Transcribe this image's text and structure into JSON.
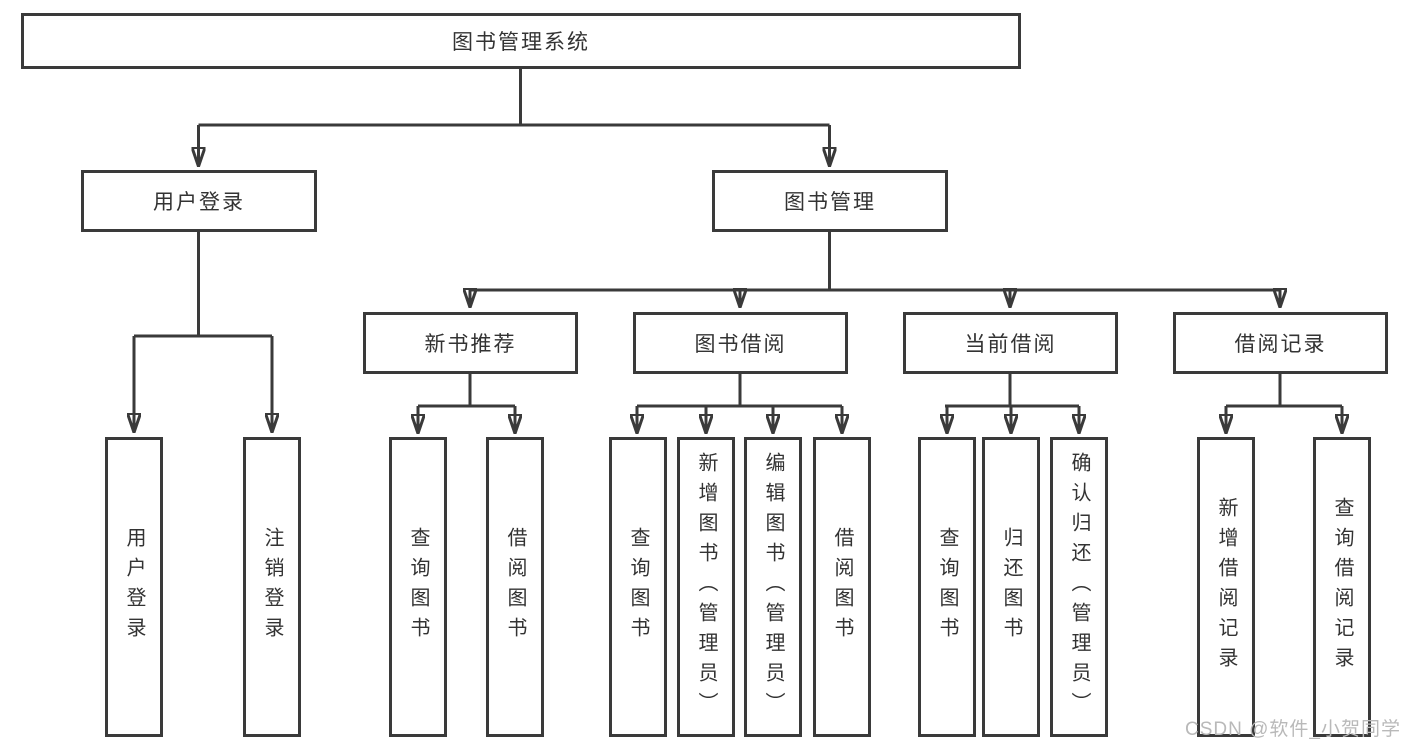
{
  "diagram": {
    "title": "图书管理系统",
    "root": {
      "label": "图书管理系统"
    },
    "level2": [
      {
        "label": "用户登录"
      },
      {
        "label": "图书管理"
      }
    ],
    "level3": [
      {
        "label": "新书推荐",
        "parent": "图书管理"
      },
      {
        "label": "图书借阅",
        "parent": "图书管理"
      },
      {
        "label": "当前借阅",
        "parent": "图书管理"
      },
      {
        "label": "借阅记录",
        "parent": "图书管理"
      }
    ],
    "leaves": [
      {
        "label": "用户登录",
        "parent": "用户登录"
      },
      {
        "label": "注销登录",
        "parent": "用户登录"
      },
      {
        "label": "查询图书",
        "parent": "新书推荐"
      },
      {
        "label": "借阅图书",
        "parent": "新书推荐"
      },
      {
        "label": "查询图书",
        "parent": "图书借阅"
      },
      {
        "label": "新增图书（管理员）",
        "parent": "图书借阅"
      },
      {
        "label": "编辑图书（管理员）",
        "parent": "图书借阅"
      },
      {
        "label": "借阅图书",
        "parent": "图书借阅"
      },
      {
        "label": "查询图书",
        "parent": "当前借阅"
      },
      {
        "label": "归还图书",
        "parent": "当前借阅"
      },
      {
        "label": "确认归还（管理员）",
        "parent": "当前借阅"
      },
      {
        "label": "新增借阅记录",
        "parent": "借阅记录"
      },
      {
        "label": "查询借阅记录",
        "parent": "借阅记录"
      }
    ]
  },
  "watermark": {
    "text": "CSDN @软件_小贺同学"
  },
  "colors": {
    "line": "#3a3a3a",
    "text": "#333333",
    "box_background": "#ffffff",
    "page_background": "#ffffff",
    "watermark": "#b9b9b9"
  }
}
